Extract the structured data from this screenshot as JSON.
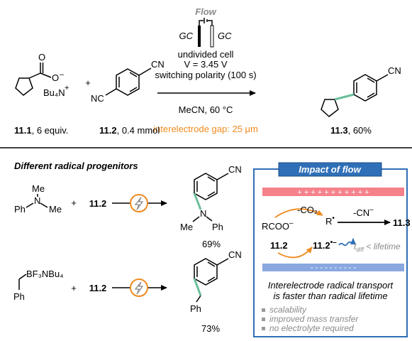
{
  "top": {
    "flow_title": "Flow",
    "electrode_left": "GC",
    "electrode_right": "GC",
    "cell": "undivided cell",
    "voltage": "V = 3.45 V",
    "polarity": "switching polarity (100 s)",
    "solvent": "MeCN, 60 °C",
    "gap": "interelectrode gap: 25 μm",
    "plus": "+",
    "sm1": {
      "O": "O",
      "Ominus": "O",
      "minus": "–",
      "counter": "Bu₄N",
      "plus": "+",
      "id": "11.1",
      "amount": ", 6 equiv."
    },
    "sm2": {
      "CN": "CN",
      "NC": "NC",
      "id": "11.2",
      "amount": ", 0.4 mmol"
    },
    "product": {
      "CN": "CN",
      "id": "11.3",
      "yield": ", 60%"
    }
  },
  "bottom": {
    "section_title": "Different radical progenitors",
    "row1": {
      "me_top": "Me",
      "n": "N",
      "me_right": "Me",
      "ph": "Ph",
      "plus": "+",
      "reagent": "11.2",
      "cn": "CN",
      "prod_me": "Me",
      "prod_n": "N",
      "prod_ph": "Ph",
      "yield": "69%"
    },
    "row2": {
      "bf3": "BF₃NBu₄",
      "ph": "Ph",
      "plus": "+",
      "reagent": "11.2",
      "cn": "CN",
      "prod_ph": "Ph",
      "yield": "73%"
    }
  },
  "impact": {
    "title": "Impact of flow",
    "plus_signs": "+   +   +   +   +   +   +   +   +   +   +",
    "minus_signs": "-    -    -    -    -    -    -    -    -    -",
    "rcoo": "RCOO",
    "rcoo_sup": "–",
    "minus_co2": "-CO₂",
    "r_radical": "R",
    "r_dot": "•",
    "minus_cn": "-CN",
    "minus_cn_sup": "–",
    "target": "11.3",
    "reagent": "11.2",
    "reagent_radical": "11.2",
    "reagent_radical_sup": "•–",
    "t_diff": "t",
    "t_diff_sub": "diff",
    "t_rest": " < lifetime",
    "transport_line1": "Interelectrode radical transport",
    "transport_line2": "is faster than radical lifetime",
    "bullets": [
      "scalability",
      "improved mass transfer",
      "no electrolyte required"
    ]
  },
  "colors": {
    "orange": "#f08a1e",
    "blue": "#2f6fb7",
    "red_band": "#f5828a",
    "blue_band": "#8aa8e0",
    "green_bond": "#6bbf9a"
  }
}
